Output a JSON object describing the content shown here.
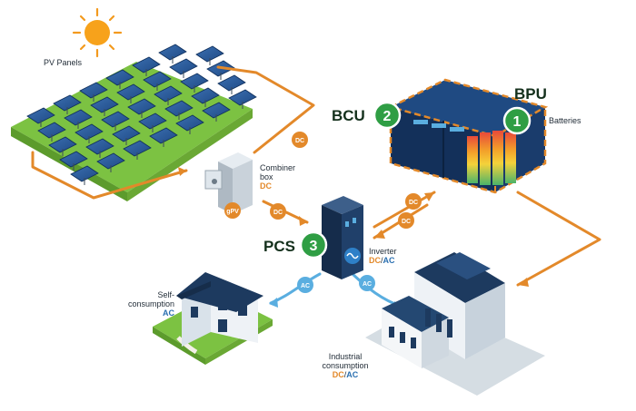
{
  "labels": {
    "pv_panels": "PV Panels",
    "combiner_line1": "Combiner",
    "combiner_line2": "box",
    "combiner_dc": "DC",
    "bcu": "BCU",
    "bpu": "BPU",
    "batteries": "Batteries",
    "pcs": "PCS",
    "inverter": "Inverter",
    "inverter_dc": "DC",
    "inverter_sep": "/",
    "inverter_ac": "AC",
    "self_line1": "Self-",
    "self_line2": "consumption",
    "self_ac": "AC",
    "industrial_line1": "Industrial",
    "industrial_line2": "consumption",
    "industrial_dc": "DC",
    "industrial_sep": "/",
    "industrial_ac": "AC"
  },
  "badges": {
    "bpu": "1",
    "bcu": "2",
    "pcs": "3"
  },
  "tags": {
    "pv_to_combiner": "DC",
    "combiner_to_pcs": "DC",
    "pcs_to_battery": "DC",
    "battery_to_pcs": "DC",
    "pcs_to_home": "AC",
    "pcs_to_industry": "AC",
    "gpv": "gPV"
  },
  "colors": {
    "orange": "#e3892a",
    "green_badge": "#2f9e44",
    "navy": "#1d3a5f",
    "light_blue": "#5aaee0",
    "grass": "#7cc242"
  }
}
